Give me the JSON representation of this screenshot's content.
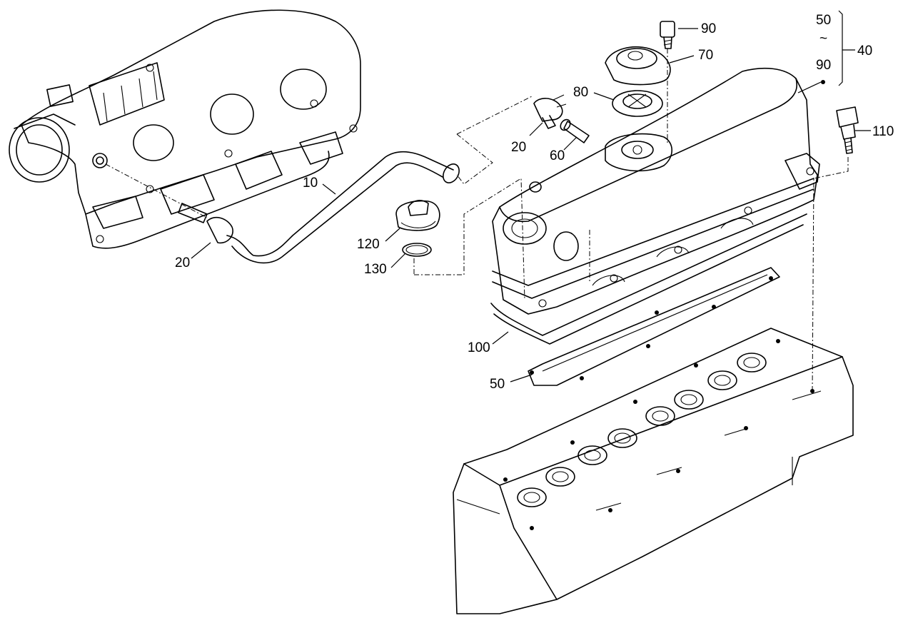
{
  "callouts": [
    {
      "id": "90",
      "text": "90"
    },
    {
      "id": "70",
      "text": "70"
    },
    {
      "id": "80",
      "text": "80"
    },
    {
      "id": "20a",
      "text": "20"
    },
    {
      "id": "60",
      "text": "60"
    },
    {
      "id": "10",
      "text": "10"
    },
    {
      "id": "20b",
      "text": "20"
    },
    {
      "id": "120",
      "text": "120"
    },
    {
      "id": "130",
      "text": "130"
    },
    {
      "id": "100",
      "text": "100"
    },
    {
      "id": "50",
      "text": "50"
    },
    {
      "id": "110",
      "text": "110"
    }
  ],
  "kit": {
    "from": "50",
    "tilde": "~",
    "to": "90",
    "group": "40"
  }
}
